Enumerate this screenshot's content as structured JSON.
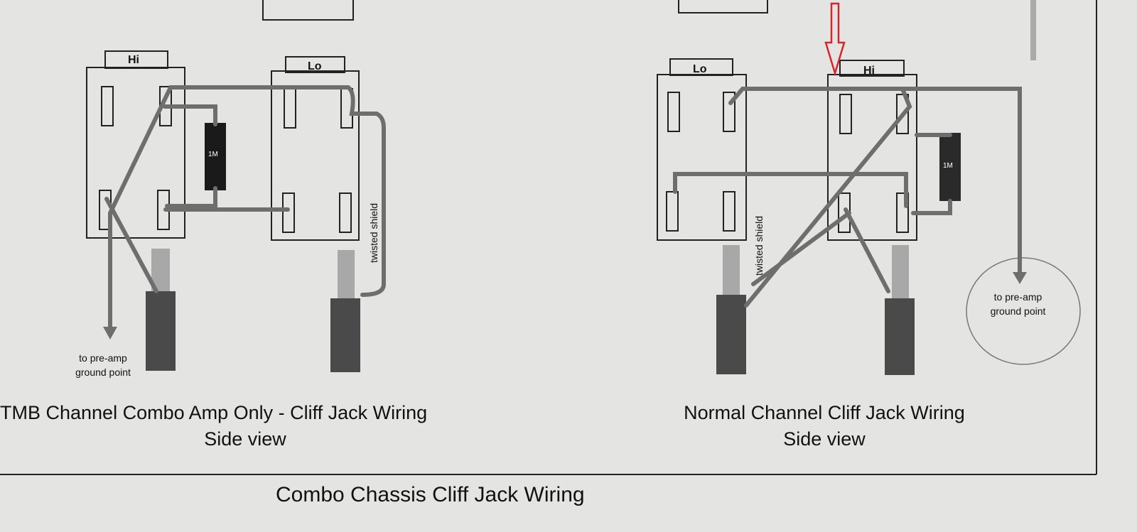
{
  "page_title": "Combo Chassis Cliff Jack Wiring",
  "left_diagram": {
    "caption_line1": "TMB Channel Combo Amp Only - Cliff Jack Wiring",
    "caption_line2": "Side view",
    "jack_hi_label": "Hi",
    "jack_lo_label": "Lo",
    "resistor_label": "1M",
    "shield_label": "twisted shield",
    "ground_note_line1": "to pre-amp",
    "ground_note_line2": "ground point"
  },
  "right_diagram": {
    "caption_line1": "Normal Channel Cliff Jack Wiring",
    "caption_line2": "Side view",
    "jack_lo_label": "Lo",
    "jack_hi_label": "Hi",
    "resistor_label": "1M",
    "shield_label": "twisted shield",
    "ground_note_line1": "to pre-amp",
    "ground_note_line2": "ground point"
  },
  "colors": {
    "paper": "#e4e5e3",
    "wire": "#6e6e6e",
    "annotation_arrow": "#d8242a"
  }
}
